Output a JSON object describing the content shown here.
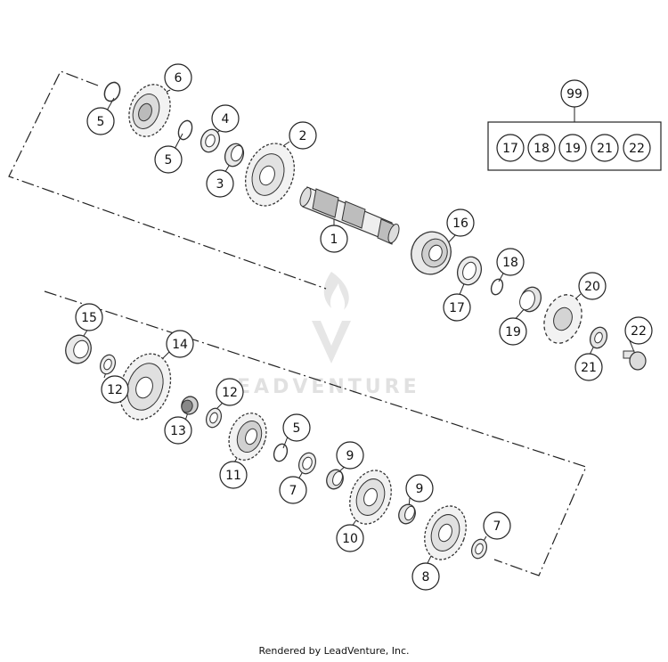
{
  "diagram": {
    "callouts": [
      {
        "id": "c6",
        "label": "6"
      },
      {
        "id": "c5a",
        "label": "5"
      },
      {
        "id": "c4",
        "label": "4"
      },
      {
        "id": "c5b",
        "label": "5"
      },
      {
        "id": "c3",
        "label": "3"
      },
      {
        "id": "c2",
        "label": "2"
      },
      {
        "id": "c1",
        "label": "1"
      },
      {
        "id": "c16",
        "label": "16"
      },
      {
        "id": "c17",
        "label": "17"
      },
      {
        "id": "c18",
        "label": "18"
      },
      {
        "id": "c20",
        "label": "20"
      },
      {
        "id": "c19",
        "label": "19"
      },
      {
        "id": "c22",
        "label": "22"
      },
      {
        "id": "c21",
        "label": "21"
      },
      {
        "id": "c15",
        "label": "15"
      },
      {
        "id": "c14",
        "label": "14"
      },
      {
        "id": "c12a",
        "label": "12"
      },
      {
        "id": "c12b",
        "label": "12"
      },
      {
        "id": "c13",
        "label": "13"
      },
      {
        "id": "c11",
        "label": "11"
      },
      {
        "id": "c5c",
        "label": "5"
      },
      {
        "id": "c7a",
        "label": "7"
      },
      {
        "id": "c9a",
        "label": "9"
      },
      {
        "id": "c10",
        "label": "10"
      },
      {
        "id": "c9b",
        "label": "9"
      },
      {
        "id": "c7b",
        "label": "7"
      },
      {
        "id": "c8",
        "label": "8"
      }
    ],
    "kit": {
      "label": "99",
      "items": [
        "17",
        "18",
        "19",
        "21",
        "22"
      ]
    }
  },
  "watermark": {
    "text": "LEADVENTURE"
  },
  "footer": {
    "text": "Rendered by LeadVenture, Inc."
  }
}
